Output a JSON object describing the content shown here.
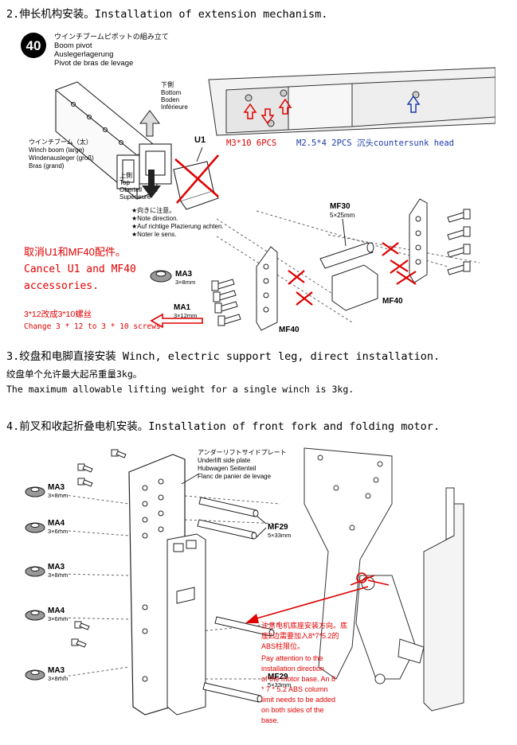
{
  "section2": {
    "heading": "2.伸长机构安装。Installation of extension mechanism.",
    "step_number": "40",
    "step_title": [
      "ウインチブームピボットの組み立て",
      "Boom pivot",
      "Auslegerlagerung",
      "Pivot de bras de levage"
    ],
    "bottom_label": [
      "下側",
      "Bottom",
      "Boden",
      "Inférieure"
    ],
    "top_label": [
      "上側",
      "Top",
      "Oberteil",
      "Supérieure"
    ],
    "winch_boom_label": [
      "ウインチブーム（太）",
      "Winch boom (large)",
      "Windenausleger (groß)",
      "Bras (grand)"
    ],
    "part_u1": "U1",
    "direction_note": [
      "★向きに注意。",
      "★Note direction.",
      "★Auf richtige Plazierung achten.",
      "★Noter le sens."
    ],
    "mf30": {
      "name": "MF30",
      "size": "5×25mm"
    },
    "mf40": "MF40",
    "ma3": {
      "name": "MA3",
      "size": "3×8mm"
    },
    "ma1": {
      "name": "MA1",
      "size": "3×12mm"
    },
    "screw_note_red": "M3*10 6PCS",
    "screw_note_blue": "M2.5*4 2PCS 沉头countersunk head",
    "cancel_note": [
      "取消U1和MF40配件。",
      "Cancel U1 and MF40",
      "accessories."
    ],
    "change_note": [
      "3*12改成3*10螺丝",
      "Change 3 * 12 to 3 * 10 screws"
    ]
  },
  "section3": {
    "heading": "3.绞盘和电脚直接安装 Winch, electric support leg, direct installation.",
    "line1": "绞盘单个允许最大起吊重量3kg。",
    "line2": "The maximum allowable lifting weight for a single winch is 3kg."
  },
  "section4": {
    "heading": "4.前叉和收起折叠电机安装。Installation of front fork and folding motor.",
    "plate_label": [
      "アンダーリフトサイドプレート",
      "Underlift side plate",
      "Hubwagen Seitenteil",
      "Flanc de panier de levage"
    ],
    "ma3": {
      "name": "MA3",
      "size": "3×8mm"
    },
    "ma4": {
      "name": "MA4",
      "size": "3×6mm"
    },
    "mf29": {
      "name": "MF29",
      "size": "5×33mm"
    },
    "motor_note": [
      "注意电机底座安装方向。底",
      "座2边需要加入8*7*5.2的",
      "ABS柱限位。",
      "Pay attention to the",
      "installation direction",
      "of the motor base. An 8",
      "* 7 * 5.2 ABS column",
      "limit needs to be added",
      "on both sides of the",
      "base."
    ]
  },
  "colors": {
    "accent_red": "#e00000",
    "accent_blue": "#1e3ca8",
    "line": "#222222"
  }
}
